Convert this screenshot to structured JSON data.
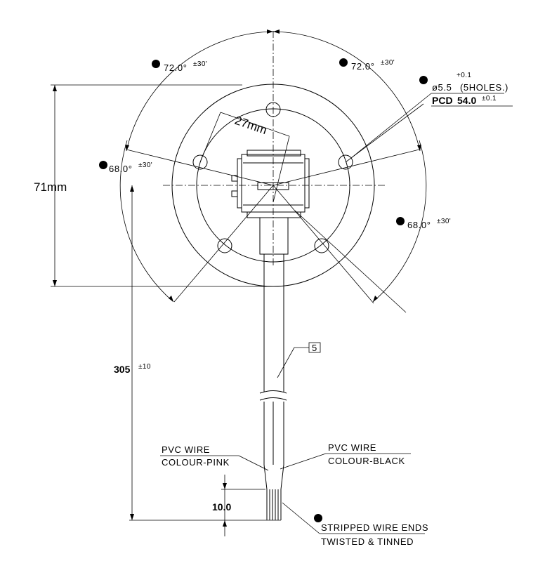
{
  "angles": {
    "top_left": {
      "value": "72.0°",
      "tol": "±30'"
    },
    "top_right": {
      "value": "72.0°",
      "tol": "±30'"
    },
    "left": {
      "value": "68.0°",
      "tol": "±30'"
    },
    "right": {
      "value": "68.0°",
      "tol": "±30'"
    }
  },
  "holes": {
    "prefix": "ø5.5",
    "tol": "+0.1",
    "note": "(5HOLES.)"
  },
  "pcd": {
    "label": "PCD",
    "value": "54.0",
    "tol": "±0.1"
  },
  "dims": {
    "height": "71mm",
    "width": "27mm",
    "length": "305",
    "length_tol": "±10",
    "strip": "10.0"
  },
  "balloon": "5",
  "wires": {
    "left_1": "PVC WIRE",
    "left_2": "COLOUR-PINK",
    "right_1": "PVC WIRE",
    "right_2": "COLOUR-BLACK",
    "ends_1": "STRIPPED WIRE ENDS",
    "ends_2": "TWISTED & TINNED"
  },
  "colors": {
    "ink": "#000000",
    "paper": "#ffffff"
  }
}
